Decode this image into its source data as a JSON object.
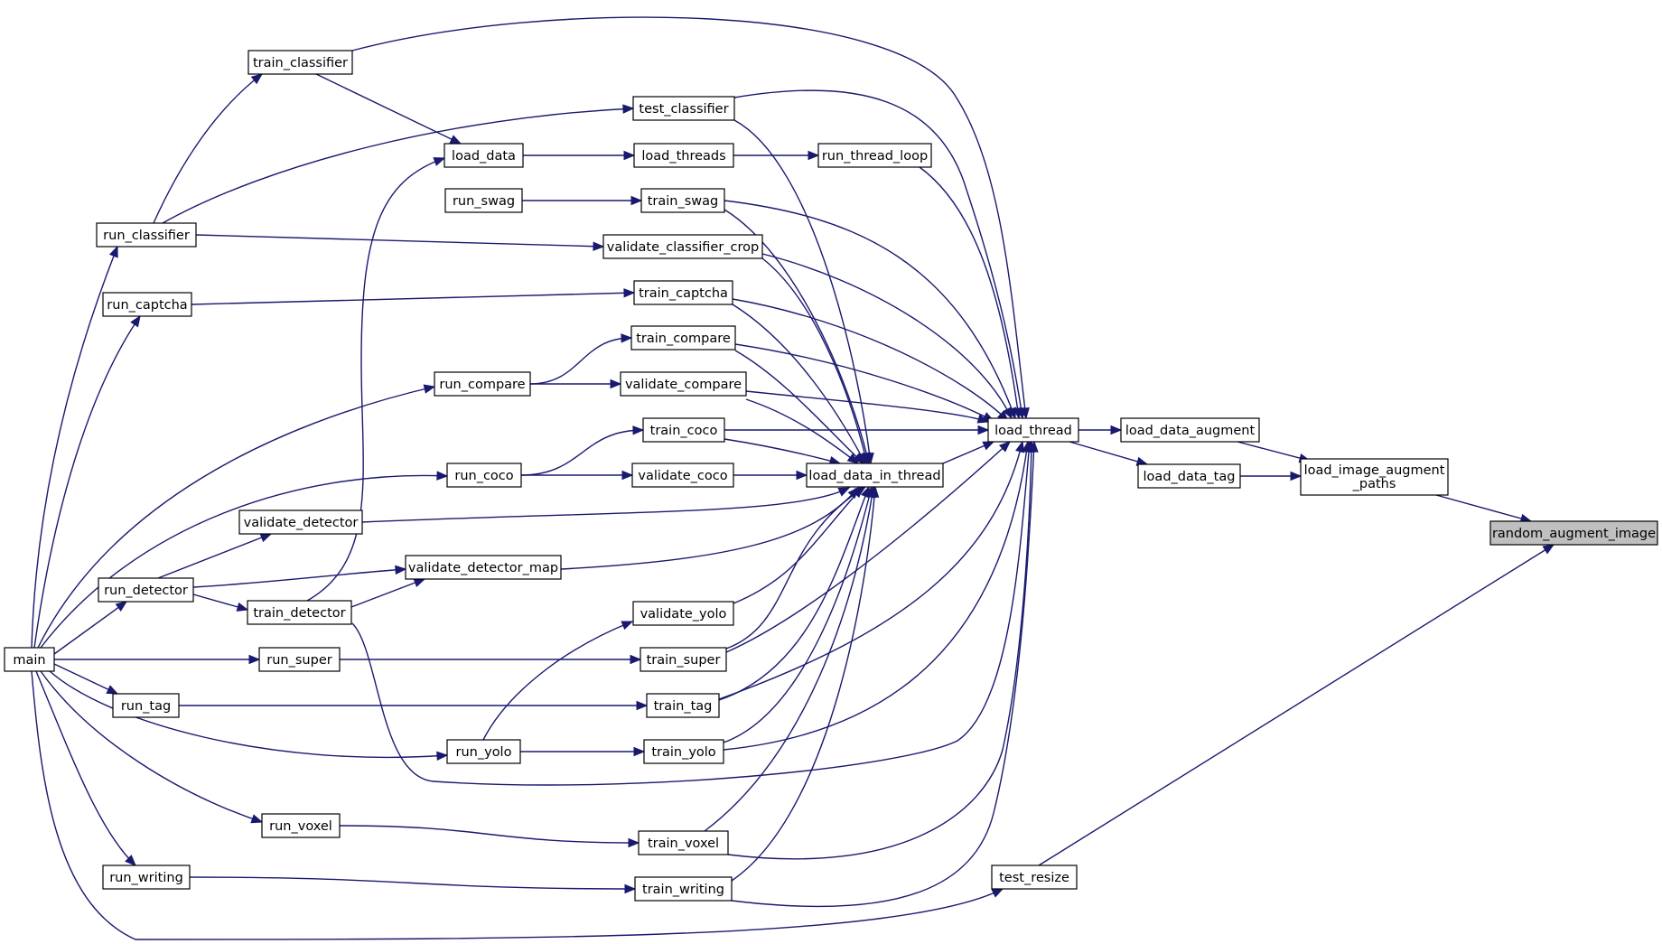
{
  "diagram": {
    "type": "call-graph",
    "edge_color": "#191970",
    "highlight_color": "#bfbfbf",
    "nodes": [
      {
        "id": "random_augment_image",
        "label": "random_augment_image",
        "highlight": true
      },
      {
        "id": "load_image_augment_paths",
        "label": "load_image_augment\n_paths"
      },
      {
        "id": "load_data_augment",
        "label": "load_data_augment"
      },
      {
        "id": "load_data_tag",
        "label": "load_data_tag"
      },
      {
        "id": "test_resize",
        "label": "test_resize"
      },
      {
        "id": "load_thread",
        "label": "load_thread"
      },
      {
        "id": "load_data_in_thread",
        "label": "load_data_in_thread"
      },
      {
        "id": "run_thread_loop",
        "label": "run_thread_loop"
      },
      {
        "id": "load_threads",
        "label": "load_threads"
      },
      {
        "id": "load_data",
        "label": "load_data"
      },
      {
        "id": "train_classifier",
        "label": "train_classifier"
      },
      {
        "id": "test_classifier",
        "label": "test_classifier"
      },
      {
        "id": "train_swag",
        "label": "train_swag"
      },
      {
        "id": "run_swag",
        "label": "run_swag"
      },
      {
        "id": "validate_classifier_crop",
        "label": "validate_classifier_crop"
      },
      {
        "id": "train_captcha",
        "label": "train_captcha"
      },
      {
        "id": "train_compare",
        "label": "train_compare"
      },
      {
        "id": "validate_compare",
        "label": "validate_compare"
      },
      {
        "id": "run_compare",
        "label": "run_compare"
      },
      {
        "id": "train_coco",
        "label": "train_coco"
      },
      {
        "id": "validate_coco",
        "label": "validate_coco"
      },
      {
        "id": "run_coco",
        "label": "run_coco"
      },
      {
        "id": "validate_detector",
        "label": "validate_detector"
      },
      {
        "id": "validate_detector_map",
        "label": "validate_detector_map"
      },
      {
        "id": "run_detector",
        "label": "run_detector"
      },
      {
        "id": "train_detector",
        "label": "train_detector"
      },
      {
        "id": "validate_yolo",
        "label": "validate_yolo"
      },
      {
        "id": "train_super",
        "label": "train_super"
      },
      {
        "id": "run_super",
        "label": "run_super"
      },
      {
        "id": "train_tag",
        "label": "train_tag"
      },
      {
        "id": "run_tag",
        "label": "run_tag"
      },
      {
        "id": "train_yolo",
        "label": "train_yolo"
      },
      {
        "id": "run_yolo",
        "label": "run_yolo"
      },
      {
        "id": "run_voxel",
        "label": "run_voxel"
      },
      {
        "id": "train_voxel",
        "label": "train_voxel"
      },
      {
        "id": "run_writing",
        "label": "run_writing"
      },
      {
        "id": "train_writing",
        "label": "train_writing"
      },
      {
        "id": "run_classifier",
        "label": "run_classifier"
      },
      {
        "id": "run_captcha",
        "label": "run_captcha"
      },
      {
        "id": "main",
        "label": "main"
      }
    ],
    "edges": [
      {
        "from": "load_image_augment_paths",
        "to": "random_augment_image"
      },
      {
        "from": "test_resize",
        "to": "random_augment_image"
      },
      {
        "from": "load_data_augment",
        "to": "load_image_augment_paths"
      },
      {
        "from": "load_data_tag",
        "to": "load_image_augment_paths"
      },
      {
        "from": "load_thread",
        "to": "load_data_augment"
      },
      {
        "from": "load_thread",
        "to": "load_data_tag"
      },
      {
        "from": "load_data_in_thread",
        "to": "load_thread"
      },
      {
        "from": "run_thread_loop",
        "to": "load_thread"
      },
      {
        "from": "train_classifier",
        "to": "load_thread"
      },
      {
        "from": "test_classifier",
        "to": "load_thread"
      },
      {
        "from": "train_swag",
        "to": "load_thread"
      },
      {
        "from": "validate_classifier_crop",
        "to": "load_thread"
      },
      {
        "from": "train_captcha",
        "to": "load_thread"
      },
      {
        "from": "train_compare",
        "to": "load_thread"
      },
      {
        "from": "validate_compare",
        "to": "load_thread"
      },
      {
        "from": "train_coco",
        "to": "load_thread"
      },
      {
        "from": "train_super",
        "to": "load_thread"
      },
      {
        "from": "train_tag",
        "to": "load_thread"
      },
      {
        "from": "train_yolo",
        "to": "load_thread"
      },
      {
        "from": "train_detector",
        "to": "load_thread"
      },
      {
        "from": "train_voxel",
        "to": "load_thread"
      },
      {
        "from": "train_writing",
        "to": "load_thread"
      },
      {
        "from": "test_classifier",
        "to": "load_data_in_thread"
      },
      {
        "from": "train_swag",
        "to": "load_data_in_thread"
      },
      {
        "from": "validate_classifier_crop",
        "to": "load_data_in_thread"
      },
      {
        "from": "train_captcha",
        "to": "load_data_in_thread"
      },
      {
        "from": "train_compare",
        "to": "load_data_in_thread"
      },
      {
        "from": "validate_compare",
        "to": "load_data_in_thread"
      },
      {
        "from": "train_coco",
        "to": "load_data_in_thread"
      },
      {
        "from": "validate_coco",
        "to": "load_data_in_thread"
      },
      {
        "from": "validate_detector",
        "to": "load_data_in_thread"
      },
      {
        "from": "validate_detector_map",
        "to": "load_data_in_thread"
      },
      {
        "from": "validate_yolo",
        "to": "load_data_in_thread"
      },
      {
        "from": "train_super",
        "to": "load_data_in_thread"
      },
      {
        "from": "train_tag",
        "to": "load_data_in_thread"
      },
      {
        "from": "train_yolo",
        "to": "load_data_in_thread"
      },
      {
        "from": "train_voxel",
        "to": "load_data_in_thread"
      },
      {
        "from": "train_writing",
        "to": "load_data_in_thread"
      },
      {
        "from": "load_threads",
        "to": "run_thread_loop"
      },
      {
        "from": "load_data",
        "to": "load_threads"
      },
      {
        "from": "train_classifier",
        "to": "load_data"
      },
      {
        "from": "train_detector",
        "to": "load_data"
      },
      {
        "from": "run_swag",
        "to": "train_swag"
      },
      {
        "from": "run_classifier",
        "to": "train_classifier"
      },
      {
        "from": "run_classifier",
        "to": "test_classifier"
      },
      {
        "from": "run_classifier",
        "to": "validate_classifier_crop"
      },
      {
        "from": "run_captcha",
        "to": "train_captcha"
      },
      {
        "from": "run_compare",
        "to": "train_compare"
      },
      {
        "from": "run_compare",
        "to": "validate_compare"
      },
      {
        "from": "run_coco",
        "to": "train_coco"
      },
      {
        "from": "run_coco",
        "to": "validate_coco"
      },
      {
        "from": "run_detector",
        "to": "validate_detector"
      },
      {
        "from": "run_detector",
        "to": "validate_detector_map"
      },
      {
        "from": "run_detector",
        "to": "train_detector"
      },
      {
        "from": "train_detector",
        "to": "validate_detector_map"
      },
      {
        "from": "run_yolo",
        "to": "validate_yolo"
      },
      {
        "from": "run_yolo",
        "to": "train_yolo"
      },
      {
        "from": "run_super",
        "to": "train_super"
      },
      {
        "from": "run_tag",
        "to": "train_tag"
      },
      {
        "from": "run_voxel",
        "to": "train_voxel"
      },
      {
        "from": "run_writing",
        "to": "train_writing"
      },
      {
        "from": "main",
        "to": "run_classifier"
      },
      {
        "from": "main",
        "to": "run_captcha"
      },
      {
        "from": "main",
        "to": "run_compare"
      },
      {
        "from": "main",
        "to": "run_coco"
      },
      {
        "from": "main",
        "to": "run_detector"
      },
      {
        "from": "main",
        "to": "run_super"
      },
      {
        "from": "main",
        "to": "run_tag"
      },
      {
        "from": "main",
        "to": "run_yolo"
      },
      {
        "from": "main",
        "to": "run_voxel"
      },
      {
        "from": "main",
        "to": "run_writing"
      },
      {
        "from": "main",
        "to": "test_resize"
      }
    ]
  }
}
